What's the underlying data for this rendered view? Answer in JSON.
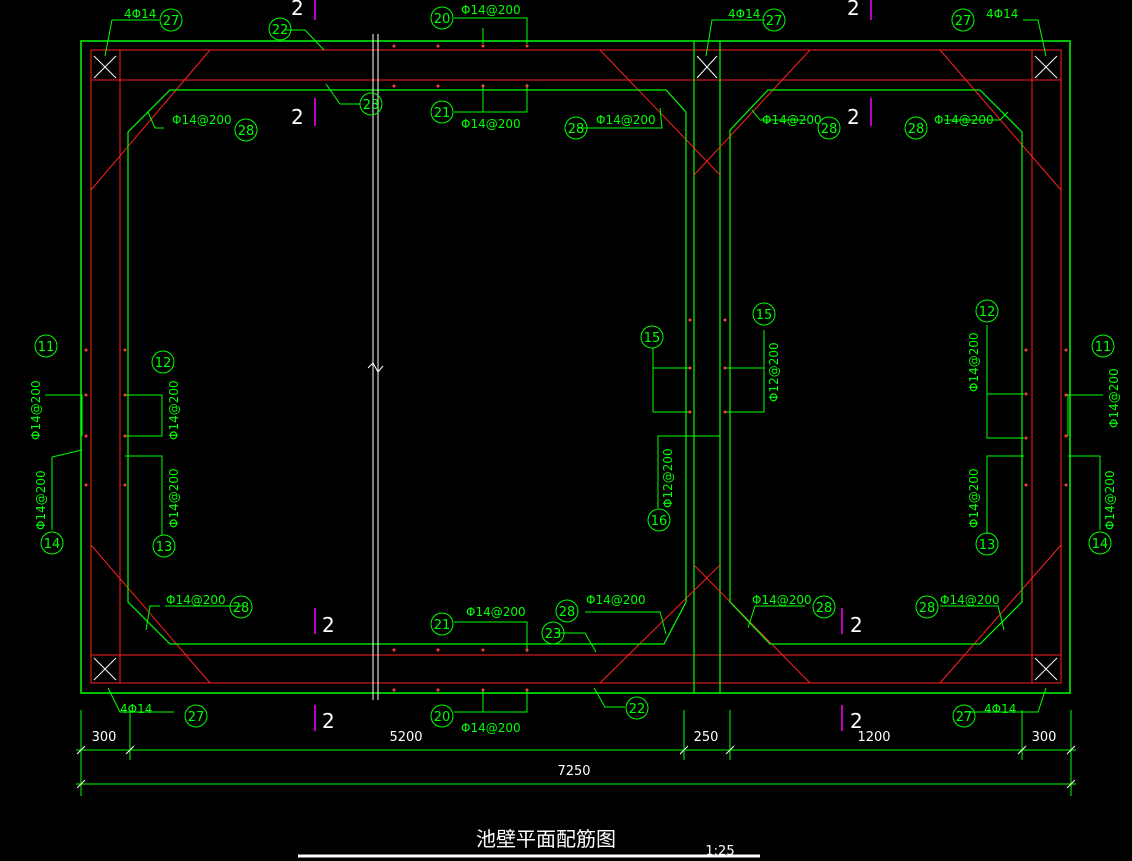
{
  "drawing": {
    "title": "池壁平面配筋图",
    "scale": "1:25"
  },
  "labels": {
    "corner_bars": "4Φ14",
    "bar_200": "Φ14@200",
    "bar_12_200": "Φ12@200",
    "section_mark": "2"
  },
  "markers": [
    "27",
    "22",
    "20",
    "21",
    "23",
    "28",
    "11",
    "12",
    "13",
    "14",
    "15",
    "16"
  ],
  "dimensions": {
    "d300_left": "300",
    "d5200": "5200",
    "d250": "250",
    "d1200": "1200",
    "d300_right": "300",
    "total": "7250"
  },
  "colors": {
    "background": "#000000",
    "wall_outline": "#00ff00",
    "rebar": "#ff0000",
    "annotation": "#00ff00",
    "section_tick": "#ff00ff",
    "text": "#ffffff"
  }
}
